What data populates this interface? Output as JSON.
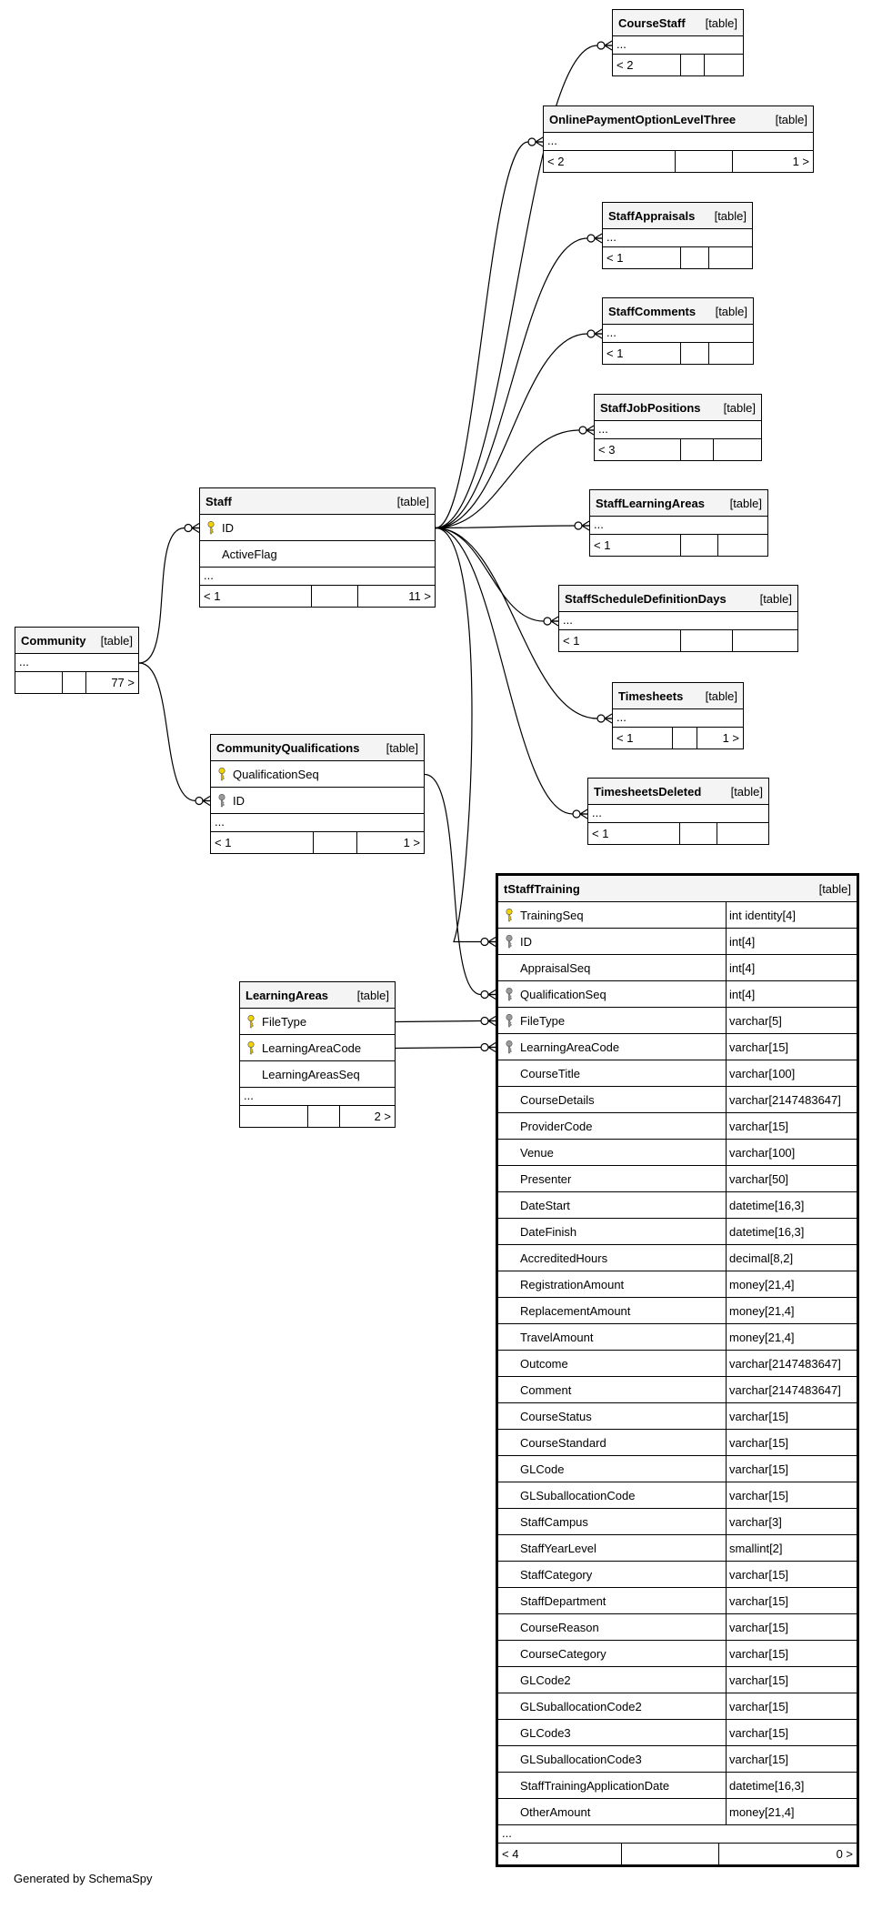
{
  "footer_text": "Generated by SchemaSpy",
  "colors": {
    "primary_key": "#f2d200",
    "foreign_key": "#9a9a9a",
    "header_bg": "#f4f4f4",
    "line": "#000000"
  },
  "table_tag": "[table]",
  "ellipsis": "...",
  "tables": {
    "CourseStaff": {
      "name": "CourseStaff",
      "left": "< 2",
      "right": ""
    },
    "OnlinePaymentOptionLevelThree": {
      "name": "OnlinePaymentOptionLevelThree",
      "left": "< 2",
      "right": "1 >"
    },
    "StaffAppraisals": {
      "name": "StaffAppraisals",
      "left": "< 1",
      "right": ""
    },
    "StaffComments": {
      "name": "StaffComments",
      "left": "< 1",
      "right": ""
    },
    "StaffJobPositions": {
      "name": "StaffJobPositions",
      "left": "< 3",
      "right": ""
    },
    "StaffLearningAreas": {
      "name": "StaffLearningAreas",
      "left": "< 1",
      "right": ""
    },
    "StaffScheduleDefinitionDays": {
      "name": "StaffScheduleDefinitionDays",
      "left": "< 1",
      "right": ""
    },
    "Timesheets": {
      "name": "Timesheets",
      "left": "< 1",
      "right": "1 >"
    },
    "TimesheetsDeleted": {
      "name": "TimesheetsDeleted",
      "left": "< 1",
      "right": ""
    },
    "Staff": {
      "name": "Staff",
      "left": "< 1",
      "right": "11 >",
      "columns": [
        {
          "name": "ID",
          "key": "pk"
        },
        {
          "name": "ActiveFlag",
          "key": ""
        }
      ]
    },
    "Community": {
      "name": "Community",
      "left": "",
      "right": "77 >"
    },
    "CommunityQualifications": {
      "name": "CommunityQualifications",
      "left": "< 1",
      "right": "1 >",
      "columns": [
        {
          "name": "QualificationSeq",
          "key": "pk"
        },
        {
          "name": "ID",
          "key": "fk"
        }
      ]
    },
    "LearningAreas": {
      "name": "LearningAreas",
      "left": "",
      "right": "2 >",
      "columns": [
        {
          "name": "FileType",
          "key": "pk"
        },
        {
          "name": "LearningAreaCode",
          "key": "pk"
        },
        {
          "name": "LearningAreasSeq",
          "key": ""
        }
      ]
    },
    "tStaffTraining": {
      "name": "tStaffTraining",
      "left": "< 4",
      "right": "0 >",
      "columns": [
        {
          "name": "TrainingSeq",
          "type": "int identity[4]",
          "key": "pk"
        },
        {
          "name": "ID",
          "type": "int[4]",
          "key": "fk"
        },
        {
          "name": "AppraisalSeq",
          "type": "int[4]",
          "key": ""
        },
        {
          "name": "QualificationSeq",
          "type": "int[4]",
          "key": "fk"
        },
        {
          "name": "FileType",
          "type": "varchar[5]",
          "key": "fk"
        },
        {
          "name": "LearningAreaCode",
          "type": "varchar[15]",
          "key": "fk"
        },
        {
          "name": "CourseTitle",
          "type": "varchar[100]",
          "key": ""
        },
        {
          "name": "CourseDetails",
          "type": "varchar[2147483647]",
          "key": ""
        },
        {
          "name": "ProviderCode",
          "type": "varchar[15]",
          "key": ""
        },
        {
          "name": "Venue",
          "type": "varchar[100]",
          "key": ""
        },
        {
          "name": "Presenter",
          "type": "varchar[50]",
          "key": ""
        },
        {
          "name": "DateStart",
          "type": "datetime[16,3]",
          "key": ""
        },
        {
          "name": "DateFinish",
          "type": "datetime[16,3]",
          "key": ""
        },
        {
          "name": "AccreditedHours",
          "type": "decimal[8,2]",
          "key": ""
        },
        {
          "name": "RegistrationAmount",
          "type": "money[21,4]",
          "key": ""
        },
        {
          "name": "ReplacementAmount",
          "type": "money[21,4]",
          "key": ""
        },
        {
          "name": "TravelAmount",
          "type": "money[21,4]",
          "key": ""
        },
        {
          "name": "Outcome",
          "type": "varchar[2147483647]",
          "key": ""
        },
        {
          "name": "Comment",
          "type": "varchar[2147483647]",
          "key": ""
        },
        {
          "name": "CourseStatus",
          "type": "varchar[15]",
          "key": ""
        },
        {
          "name": "CourseStandard",
          "type": "varchar[15]",
          "key": ""
        },
        {
          "name": "GLCode",
          "type": "varchar[15]",
          "key": ""
        },
        {
          "name": "GLSuballocationCode",
          "type": "varchar[15]",
          "key": ""
        },
        {
          "name": "StaffCampus",
          "type": "varchar[3]",
          "key": ""
        },
        {
          "name": "StaffYearLevel",
          "type": "smallint[2]",
          "key": ""
        },
        {
          "name": "StaffCategory",
          "type": "varchar[15]",
          "key": ""
        },
        {
          "name": "StaffDepartment",
          "type": "varchar[15]",
          "key": ""
        },
        {
          "name": "CourseReason",
          "type": "varchar[15]",
          "key": ""
        },
        {
          "name": "CourseCategory",
          "type": "varchar[15]",
          "key": ""
        },
        {
          "name": "GLCode2",
          "type": "varchar[15]",
          "key": ""
        },
        {
          "name": "GLSuballocationCode2",
          "type": "varchar[15]",
          "key": ""
        },
        {
          "name": "GLCode3",
          "type": "varchar[15]",
          "key": ""
        },
        {
          "name": "GLSuballocationCode3",
          "type": "varchar[15]",
          "key": ""
        },
        {
          "name": "StaffTrainingApplicationDate",
          "type": "datetime[16,3]",
          "key": ""
        },
        {
          "name": "OtherAmount",
          "type": "money[21,4]",
          "key": ""
        }
      ]
    }
  }
}
